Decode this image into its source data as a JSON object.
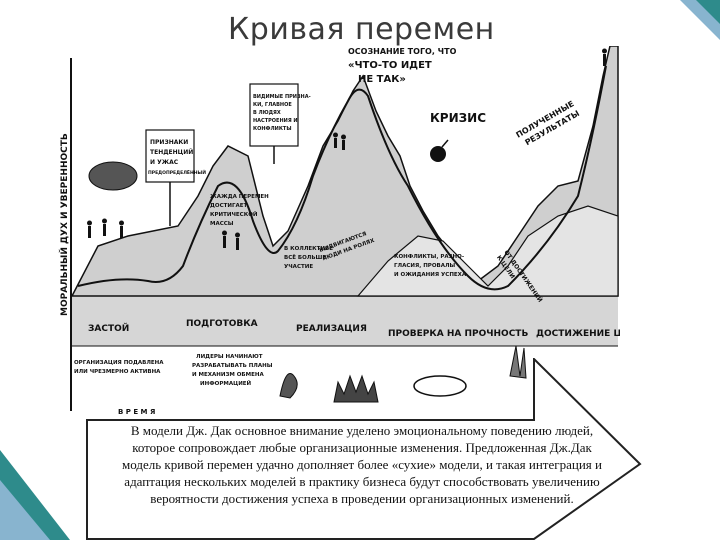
{
  "title": "Кривая перемен",
  "diagram": {
    "y_axis_label": "МОРАЛЬНЫЙ ДУХ И УВЕРЕННОСТЬ",
    "x_axis_label": "В Р Е М Я",
    "top_bubble": [
      "ОСОЗНАНИЕ ТОГО, ЧТО",
      "«ЧТО-ТО ИДЕТ",
      "НЕ ТАК»"
    ],
    "peak_note": [
      "ВИДИМЫЕ ПРИЗНА-",
      "КИ, ГЛАВНОЕ",
      "В ЛЮДЯХ",
      "НАСТРОЕНИЯ И",
      "КОНФЛИКТЫ"
    ],
    "left_note": [
      "ПРИЗНАКИ",
      "ТЕНДЕНЦИЙ",
      "И УЖАС",
      "ПРЕДОПРЕДЕЛЁННЫЙ"
    ],
    "mid_note": [
      "ЖАЖДА ПЕРЕМЕН",
      "ДОСТИГАЕТ",
      "КРИТИЧЕСКОЙ",
      "МАССЫ"
    ],
    "crisis": "КРИЗИС",
    "results": [
      "ПОЛУЧЕННЫЕ",
      "РЕЗУЛЬТАТЫ"
    ],
    "realization_note": [
      "В КОЛЛЕКТИВЕ",
      "ВСЁ БОЛЬШЕ",
      "УЧАСТИЕ"
    ],
    "implementation_note": [
      "ВЫДВИГАЮТСЯ",
      "ЛЮДИ НА РОЛЯХ"
    ],
    "test_note": [
      "КОНФЛИКТЫ, РАЗНО-",
      "ГЛАСИЯ, ПРОВАЛЫ",
      "И ОЖИДАНИЯ УСПЕХА"
    ],
    "goal_note": [
      "ОТ ДОСТИЖЕНИЙ",
      "К ЦЕЛИ"
    ],
    "stages": [
      "ЗАСТОЙ",
      "ПОДГОТОВКА",
      "РЕАЛИЗАЦИЯ",
      "ПРОВЕРКА НА ПРОЧНОСТЬ",
      "ДОСТИЖЕНИЕ ЦЕЛИ"
    ],
    "stage_notes": [
      [
        "ОРГАНИЗАЦИЯ ПОДАВЛЕНА",
        "ИЛИ ЧРЕЗМЕРНО АКТИВНА"
      ],
      [
        "ЛИДЕРЫ НАЧИНАЮТ",
        "РАЗРАБАТЫВАТЬ ПЛАНЫ",
        "И МЕХАНИЗМ ОБМЕНА",
        "ИНФОРМАЦИЕЙ"
      ]
    ]
  },
  "caption": "В модели Дж. Дак основное внимание уделено эмоциональному поведению людей, которое сопровождает любые организационные изменения. Предложенная Дж.Дак модель кривой перемен удачно дополняет более «сухие» модели, и такая интеграция и адаптация нескольких моделей в практику бизнеса будут способствовать увеличению вероятности достижения успеха в проведении организационных изменений.",
  "colors": {
    "background": "#ffffff",
    "illustration_fill": "#cfcfcf",
    "hill_fill": "#e4e4e4",
    "ink": "#111111",
    "corner_teal": "#2e8b8b",
    "corner_blue": "#88b4cf"
  }
}
